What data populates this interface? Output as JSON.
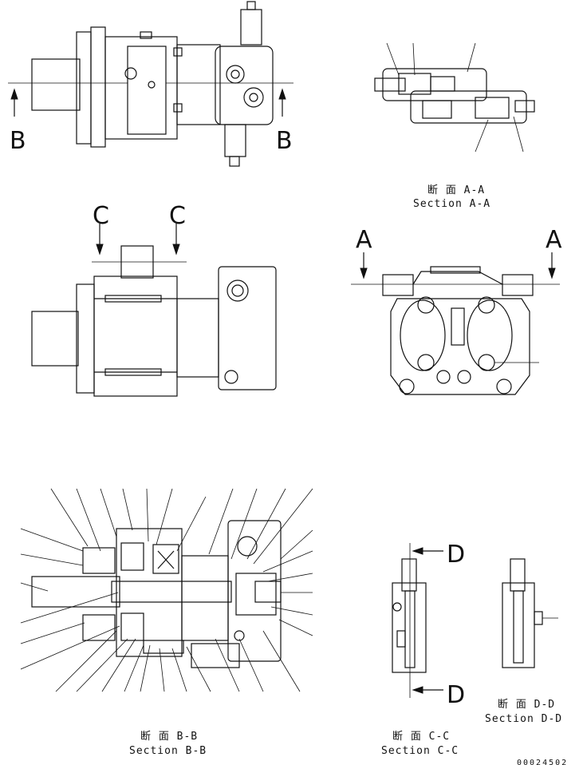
{
  "views": {
    "top": {
      "section_mark_left": "B",
      "section_mark_right": "B"
    },
    "front": {
      "section_mark_left": "C",
      "section_mark_right": "C"
    },
    "end": {
      "section_mark_left": "A",
      "section_mark_right": "A"
    },
    "section_aa": {
      "caption_jp": "断 面 A-A",
      "caption_en": "Section A-A"
    },
    "section_bb": {
      "caption_jp": "断 面 B-B",
      "caption_en": "Section B-B"
    },
    "section_cc": {
      "caption_jp": "断 面 C-C",
      "caption_en": "Section C-C",
      "mark_top": "D",
      "mark_bottom": "D"
    },
    "section_dd": {
      "caption_jp": "断 面 D-D",
      "caption_en": "Section D-D"
    }
  },
  "document_number": "00024502",
  "colors": {
    "ink": "#111111",
    "paper": "#ffffff"
  }
}
